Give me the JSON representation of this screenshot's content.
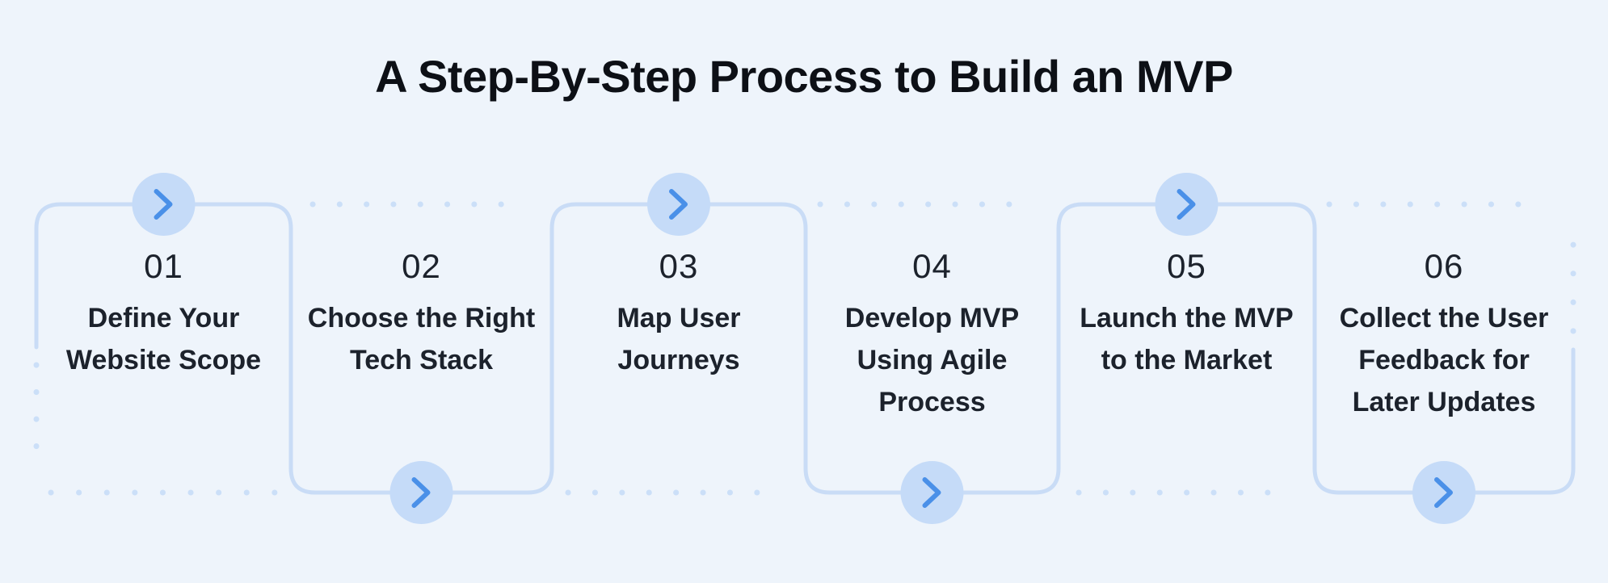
{
  "title": "A Step-By-Step Process to Build an MVP",
  "steps": [
    {
      "number": "01",
      "title": "Define Your\nWebsite Scope"
    },
    {
      "number": "02",
      "title": "Choose the Right\nTech Stack"
    },
    {
      "number": "03",
      "title": "Map User\nJourneys"
    },
    {
      "number": "04",
      "title": "Develop MVP\nUsing Agile\nProcess"
    },
    {
      "number": "05",
      "title": "Launch the MVP\nto the Market"
    },
    {
      "number": "06",
      "title": "Collect the User\nFeedback for\nLater Updates"
    }
  ],
  "connector_icon": "chevron-right-icon",
  "colors": {
    "bg": "#EEF4FB",
    "line": "#C9DCF6",
    "dot": "#CBDFF8",
    "circle": "#C5DBF8",
    "chevron": "#4A90E8",
    "heading": "#0D1016",
    "steptext": "#1C222C"
  }
}
